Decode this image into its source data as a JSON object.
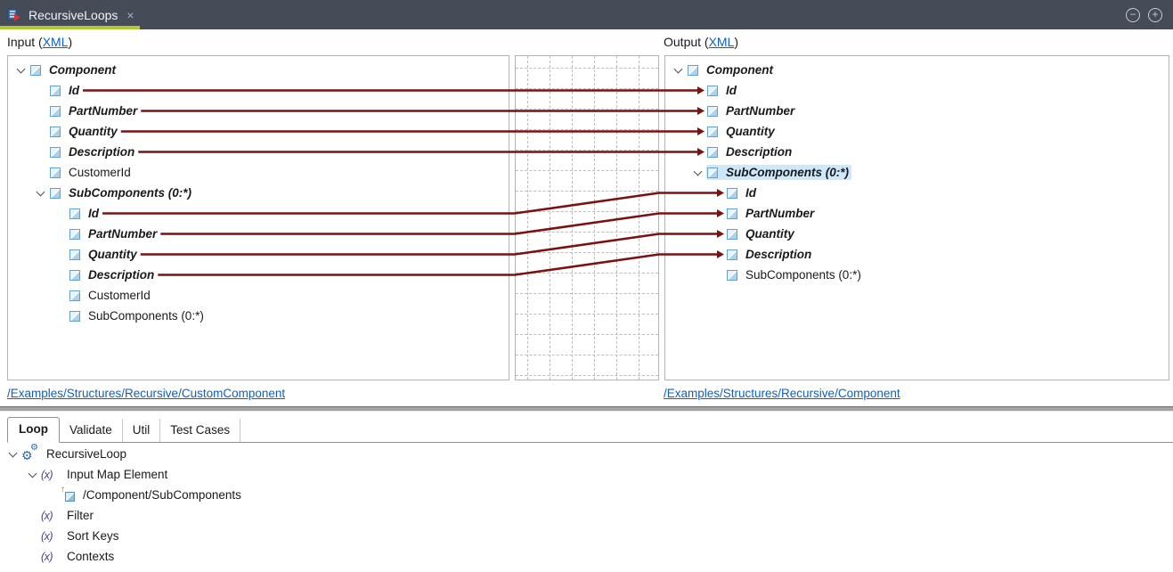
{
  "window": {
    "tab_title": "RecursiveLoops",
    "close_glyph": "×",
    "zoom_out_glyph": "−",
    "zoom_in_glyph": "+"
  },
  "header": {
    "input_prefix": "Input (",
    "input_link": "XML",
    "input_suffix": ")",
    "output_prefix": "Output (",
    "output_link": "XML",
    "output_suffix": ")"
  },
  "input_tree": {
    "footer_link": "/Examples/Structures/Recursive/CustomComponent",
    "nodes": [
      {
        "label": "Component",
        "level": 0,
        "mapped": true,
        "expanded": true
      },
      {
        "label": "Id",
        "level": 1,
        "mapped": true
      },
      {
        "label": "PartNumber",
        "level": 1,
        "mapped": true
      },
      {
        "label": "Quantity",
        "level": 1,
        "mapped": true
      },
      {
        "label": "Description",
        "level": 1,
        "mapped": true
      },
      {
        "label": "CustomerId",
        "level": 1
      },
      {
        "label": "SubComponents (0:*)",
        "level": 1,
        "mapped": true,
        "expanded": true
      },
      {
        "label": "Id",
        "level": 2,
        "mapped": true
      },
      {
        "label": "PartNumber",
        "level": 2,
        "mapped": true
      },
      {
        "label": "Quantity",
        "level": 2,
        "mapped": true
      },
      {
        "label": "Description",
        "level": 2,
        "mapped": true
      },
      {
        "label": "CustomerId",
        "level": 2
      },
      {
        "label": "SubComponents (0:*)",
        "level": 2
      }
    ]
  },
  "output_tree": {
    "footer_link": "/Examples/Structures/Recursive/Component",
    "nodes": [
      {
        "label": "Component",
        "level": 0,
        "mapped": true,
        "expanded": true
      },
      {
        "label": "Id",
        "level": 1,
        "mapped": true
      },
      {
        "label": "PartNumber",
        "level": 1,
        "mapped": true
      },
      {
        "label": "Quantity",
        "level": 1,
        "mapped": true
      },
      {
        "label": "Description",
        "level": 1,
        "mapped": true
      },
      {
        "label": "SubComponents (0:*)",
        "level": 1,
        "mapped": true,
        "expanded": true,
        "selected": true
      },
      {
        "label": "Id",
        "level": 2,
        "mapped": true
      },
      {
        "label": "PartNumber",
        "level": 2,
        "mapped": true
      },
      {
        "label": "Quantity",
        "level": 2,
        "mapped": true
      },
      {
        "label": "Description",
        "level": 2,
        "mapped": true
      },
      {
        "label": "SubComponents (0:*)",
        "level": 2
      }
    ]
  },
  "mappings": [
    {
      "from": 1,
      "to": 1
    },
    {
      "from": 2,
      "to": 2
    },
    {
      "from": 3,
      "to": 3
    },
    {
      "from": 4,
      "to": 4
    },
    {
      "from": 7,
      "to": 6
    },
    {
      "from": 8,
      "to": 7
    },
    {
      "from": 9,
      "to": 8
    },
    {
      "from": 10,
      "to": 9
    }
  ],
  "bottom_panel": {
    "tabs": [
      {
        "label": "Loop",
        "active": true
      },
      {
        "label": "Validate",
        "active": false
      },
      {
        "label": "Util",
        "active": false
      },
      {
        "label": "Test Cases",
        "active": false
      }
    ],
    "tree": [
      {
        "label": "RecursiveLoop",
        "level": 0,
        "icon": "gear",
        "expanded": true
      },
      {
        "label": "Input Map Element",
        "level": 1,
        "icon": "fx",
        "expanded": true
      },
      {
        "label": "/Component/SubComponents",
        "level": 2,
        "icon": "target"
      },
      {
        "label": "Filter",
        "level": 1,
        "icon": "fx"
      },
      {
        "label": "Sort Keys",
        "level": 1,
        "icon": "fx"
      },
      {
        "label": "Contexts",
        "level": 1,
        "icon": "fx"
      }
    ]
  },
  "colors": {
    "accent_green": "#b2c832",
    "mapping_line": "#7a1212",
    "link_blue": "#0b61c1",
    "selection_blue": "#cde8fa",
    "titlebar_bg": "#454b57"
  }
}
